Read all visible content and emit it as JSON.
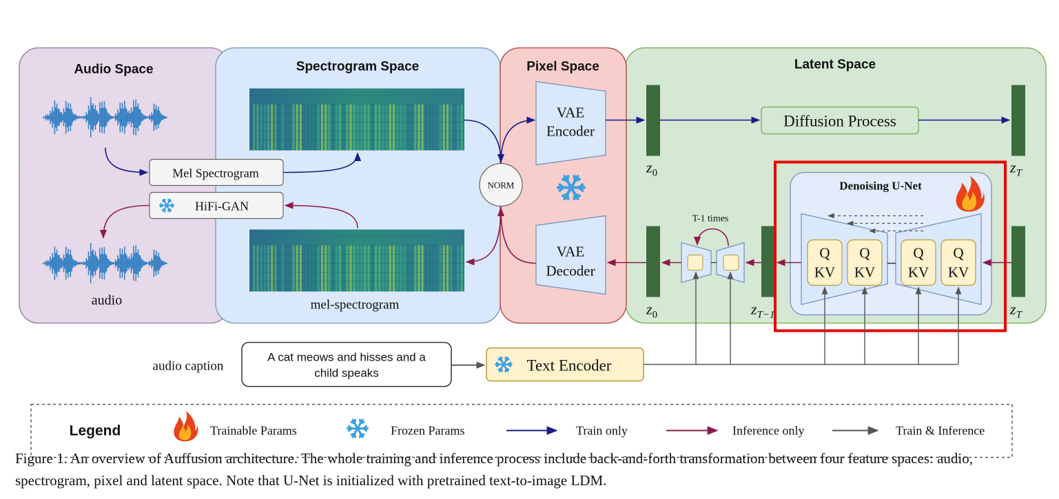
{
  "spaces": {
    "audio": "Audio Space",
    "spectrogram": "Spectrogram Space",
    "pixel": "Pixel Space",
    "latent": "Latent Space"
  },
  "audio_label": "audio",
  "mel_spectrogram_label": "mel-spectrogram",
  "boxes": {
    "mel_spectrogram": "Mel Spectrogram",
    "hifigan": "HiFi-GAN",
    "norm": "NORM",
    "vae_encoder": [
      "VAE",
      "Encoder"
    ],
    "vae_decoder": [
      "VAE",
      "Decoder"
    ],
    "diffusion": "Diffusion Process",
    "unet_title": "Denoising U-Net",
    "qkv_q": "Q",
    "qkv_kv": "KV",
    "loop_label": "T-1 times",
    "text_encoder": "Text Encoder",
    "caption_label": "audio caption",
    "caption_text": [
      "A cat meows and hisses and a",
      "child speaks"
    ]
  },
  "latents": {
    "z0": "z",
    "z0_sub": "0",
    "zT": "z",
    "zT_sub": "T",
    "zT1": "z",
    "zT1_sub": "T−1"
  },
  "legend": {
    "title": "Legend",
    "trainable": "Trainable Params",
    "frozen": "Frozen Params",
    "train_only": "Train only",
    "inference_only": "Inference only",
    "train_inference": "Train & Inference"
  },
  "colors": {
    "audio_bg": "#e6d9ea",
    "spectrogram_bg": "#dae8fc",
    "pixel_bg": "#f8cecc",
    "latent_bg": "#d5e8d4",
    "train_arrow": "#1a1a8c",
    "inference_arrow": "#8b1a4a",
    "both_arrow": "#555555",
    "highlight": "#e60000",
    "latent_bar": "#3d6b3d"
  },
  "figure_caption": "Figure 1. An overview of Auffusion architecture. The whole training and inference process include back-and-forth transformation between four feature spaces: audio, spectrogram, pixel and latent space. Note that U-Net is initialized with pretrained text-to-image LDM."
}
